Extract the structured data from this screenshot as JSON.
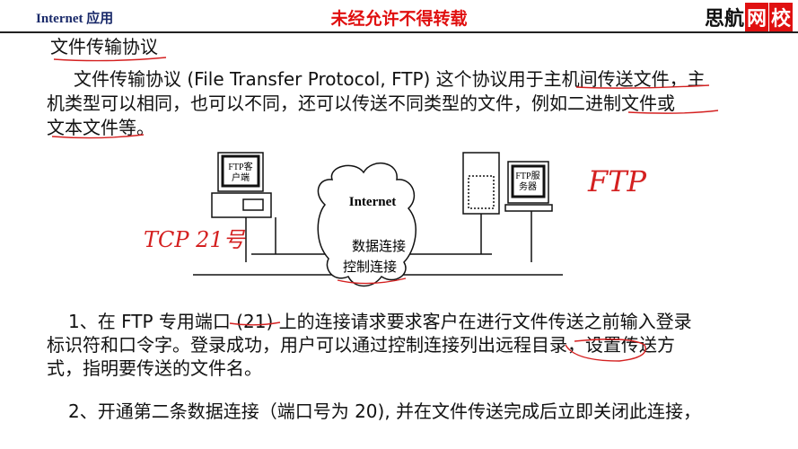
{
  "header": {
    "course": "Internet 应用",
    "notice": "未经允许不得转载",
    "logo": "思航网校",
    "logo_parts": [
      "思航",
      "网",
      "校"
    ]
  },
  "title": "文件传输协议",
  "intro_lines": [
    "文件传输协议 (File Transfer Protocol, FTP) 这个协议用于主机间传送文件，主",
    "机类型可以相同，也可以不同，还可以传送不同类型的文件，例如二进制文件或",
    "文本文件等。"
  ],
  "diagram": {
    "client": [
      "FTP客",
      "户端"
    ],
    "server": [
      "FTP服",
      "务器"
    ],
    "cloud": "Internet",
    "data_conn": "数据连接",
    "ctrl_conn": "控制连接"
  },
  "annotations": {
    "left": "TCP 21号",
    "right": "FTP",
    "color": "#d42020"
  },
  "points": [
    {
      "lines": [
        "1、在 FTP 专用端口 (21) 上的连接请求要求客户在进行文件传送之前输入登录",
        "标识符和口令字。登录成功，用户可以通过控制连接列出远程目录，设置传送方",
        "式，指明要传送的文件名。"
      ]
    },
    {
      "lines": [
        "2、开通第二条数据连接（端口号为 20), 并在文件传送完成后立即关闭此连接，"
      ]
    }
  ]
}
